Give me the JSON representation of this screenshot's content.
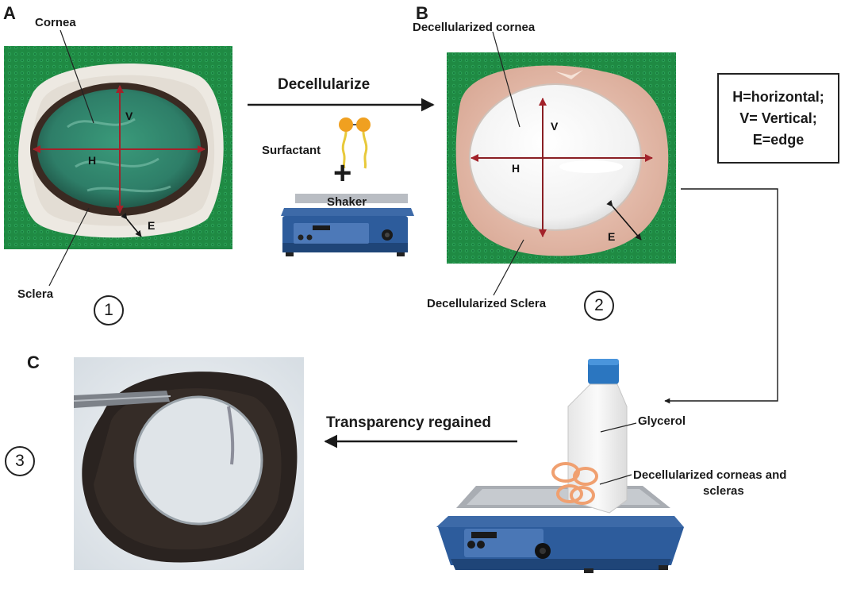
{
  "panels": {
    "a": "A",
    "b": "B",
    "c": "C"
  },
  "photo_a": {
    "cornea": "Cornea",
    "sclera": "Sclera",
    "v": "V",
    "h": "H",
    "e": "E"
  },
  "photo_b": {
    "cornea": "Decellularized cornea",
    "sclera": "Decellularized Sclera",
    "v": "V",
    "h": "H",
    "e": "E"
  },
  "process": {
    "decellularize": "Decellularize",
    "surfactant": "Surfactant",
    "plus": "+",
    "shaker": "Shaker"
  },
  "legend": {
    "line1": "H=horizontal;",
    "line2": "V= Vertical;",
    "line3": "E=edge"
  },
  "steps": {
    "one": "1",
    "two": "2",
    "three": "3"
  },
  "stage3": {
    "transparency": "Transparency regained",
    "glycerol": "Glycerol",
    "decell_line1": "Decellularized corneas and",
    "decell_line2": "scleras"
  },
  "colors": {
    "mat_green": "#1f8a43",
    "arrow_red": "#a3222a",
    "shaker_blue": "#2d5c9c",
    "surfactant_orange": "#f0a020"
  }
}
